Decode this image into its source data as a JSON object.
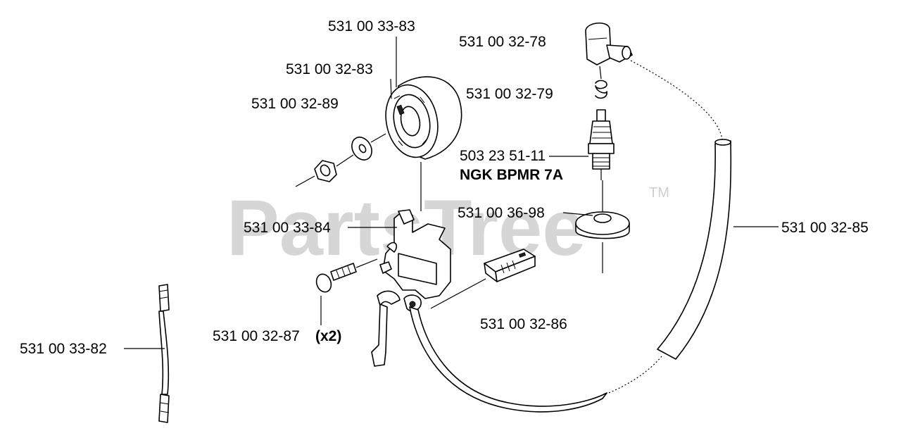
{
  "watermark": {
    "text": "PartsTree",
    "trademark": "TM"
  },
  "labels": {
    "p1": "531 00 33-83",
    "p2": "531 00 32-83",
    "p3": "531 00 32-89",
    "p4": "531 00 32-78",
    "p5": "531 00 32-79",
    "p6": "503 23 51-11",
    "p6_note": "NGK BPMR 7A",
    "p7": "531 00 36-98",
    "p8": "531 00 33-84",
    "p9": "531 00 32-85",
    "p10": "531 00 32-86",
    "p11": "531 00 32-87",
    "p11_qty": "(x2)",
    "p12": "531 00 33-82"
  }
}
